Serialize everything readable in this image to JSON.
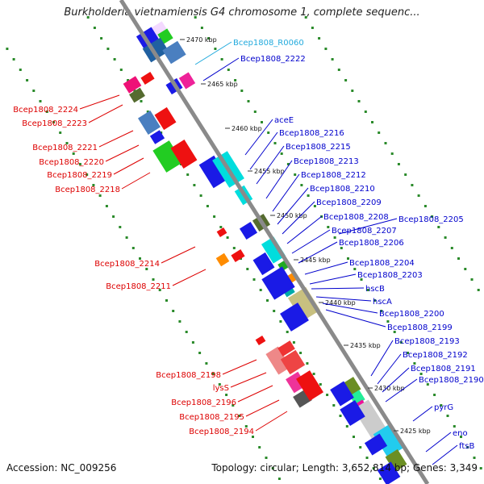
{
  "title": "Burkholderia vietnamiensis G4 chromosome 1, complete sequenc...",
  "footer": {
    "accession": "Accession: NC_009256",
    "stats": "Topology: circular; Length: 3,652,814 bp; Genes: 3,349"
  },
  "colors": {
    "left_label": "#dd0000",
    "right_label": "#0000cc",
    "rna_label": "#22aadd",
    "backbone": "#888888",
    "dots": "#2a8a2a"
  },
  "kbp_ticks": [
    "2470 kbp",
    "2465 kbp",
    "2460 kbp",
    "2455 kbp",
    "2450 kbp",
    "2445 kbp",
    "2440 kbp",
    "2435 kbp",
    "2430 kbp",
    "2425 kbp"
  ],
  "left_labels": [
    "Bcep1808_2224",
    "Bcep1808_2223",
    "Bcep1808_2221",
    "Bcep1808_2220",
    "Bcep1808_2219",
    "Bcep1808_2218",
    "Bcep1808_2214",
    "Bcep1808_2211",
    "Bcep1808_2198",
    "lysS",
    "Bcep1808_2196",
    "Bcep1808_2195",
    "Bcep1808_2194"
  ],
  "right_labels": [
    "Bcep1808_R0060",
    "Bcep1808_2222",
    "aceE",
    "Bcep1808_2216",
    "Bcep1808_2215",
    "Bcep1808_2213",
    "Bcep1808_2212",
    "Bcep1808_2210",
    "Bcep1808_2209",
    "Bcep1808_2208",
    "Bcep1808_2205",
    "Bcep1808_2207",
    "Bcep1808_2206",
    "Bcep1808_2204",
    "Bcep1808_2203",
    "hscB",
    "hscA",
    "Bcep1808_2200",
    "Bcep1808_2199",
    "Bcep1808_2193",
    "Bcep1808_2192",
    "Bcep1808_2191",
    "Bcep1808_2190",
    "pyrG",
    "eno",
    "ftsB"
  ]
}
